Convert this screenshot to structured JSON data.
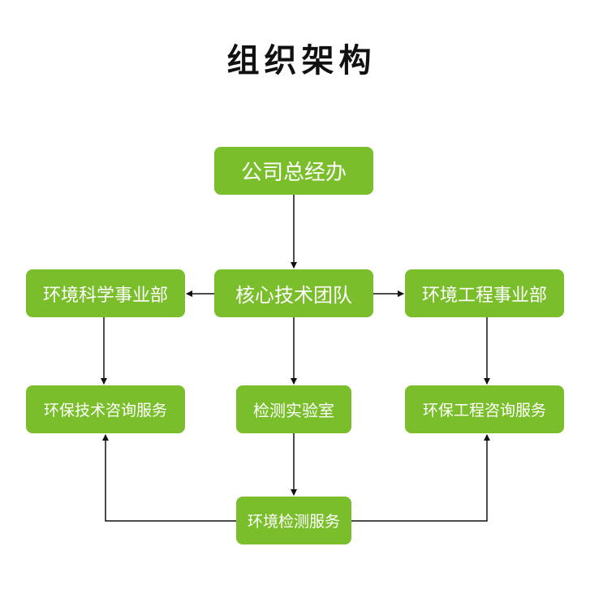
{
  "title": "组织架构",
  "box_color": "#7ABF2B",
  "line_color": "#111111",
  "nodes": {
    "top": "公司总经办",
    "core": "核心技术团队",
    "env_science": "环境科学事业部",
    "env_engineering": "环境工程事业部",
    "env_tech_consult": "环保技术咨询服务",
    "lab": "检测实验室",
    "env_eng_consult": "环保工程咨询服务",
    "env_testing": "环境检测服务"
  }
}
